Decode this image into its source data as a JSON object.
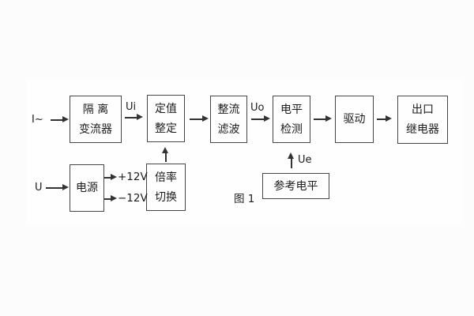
{
  "figure": {
    "caption": "图 1",
    "background": "#fcfcfc",
    "line_color": "#333333",
    "inputs": {
      "current": "I~",
      "voltage": "U"
    },
    "signals": {
      "ui": "Ui",
      "uo": "Uo",
      "ue": "Ue",
      "plus_12v": "+12V",
      "minus_12v": "−12V"
    },
    "blocks": {
      "isolation_transformer": {
        "line1": "隔 离",
        "line2": "变流器"
      },
      "setting_adjust": {
        "line1": "定值",
        "line2": "整定"
      },
      "rectify_filter": {
        "line1": "整流",
        "line2": "滤波"
      },
      "level_detect": {
        "line1": "电平",
        "line2": "检测"
      },
      "drive": {
        "line1": "驱动"
      },
      "output_relay": {
        "line1": "出口",
        "line2": "继电器"
      },
      "power_supply": {
        "line1": "电源"
      },
      "ratio_switch": {
        "line1": "倍率",
        "line2": "切换"
      },
      "reference_level": {
        "line1": "参考电平"
      }
    }
  }
}
